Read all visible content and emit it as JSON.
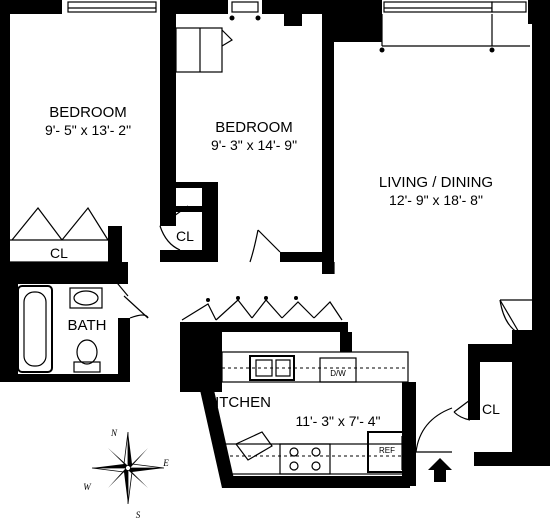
{
  "rooms": {
    "bedroom1": {
      "name": "BEDROOM",
      "dims": "9'- 5\" x 13'- 2\""
    },
    "bedroom2": {
      "name": "BEDROOM",
      "dims": "9'- 3\" x 14'- 9\""
    },
    "living": {
      "name": "LIVING / DINING",
      "dims": "12'- 9\" x 18'- 8\""
    },
    "kitchen": {
      "name": "KITCHEN",
      "dims": "11'- 3\" x 7'- 4\""
    },
    "bath": {
      "name": "BATH"
    }
  },
  "closets": [
    "CL",
    "CL",
    "CL"
  ],
  "appliances": {
    "dishwasher": "D/W",
    "refrigerator": "REF"
  },
  "compass": {
    "n": "N",
    "e": "E",
    "s": "S",
    "w": "W"
  },
  "entry_arrow": "arrow-up-icon"
}
